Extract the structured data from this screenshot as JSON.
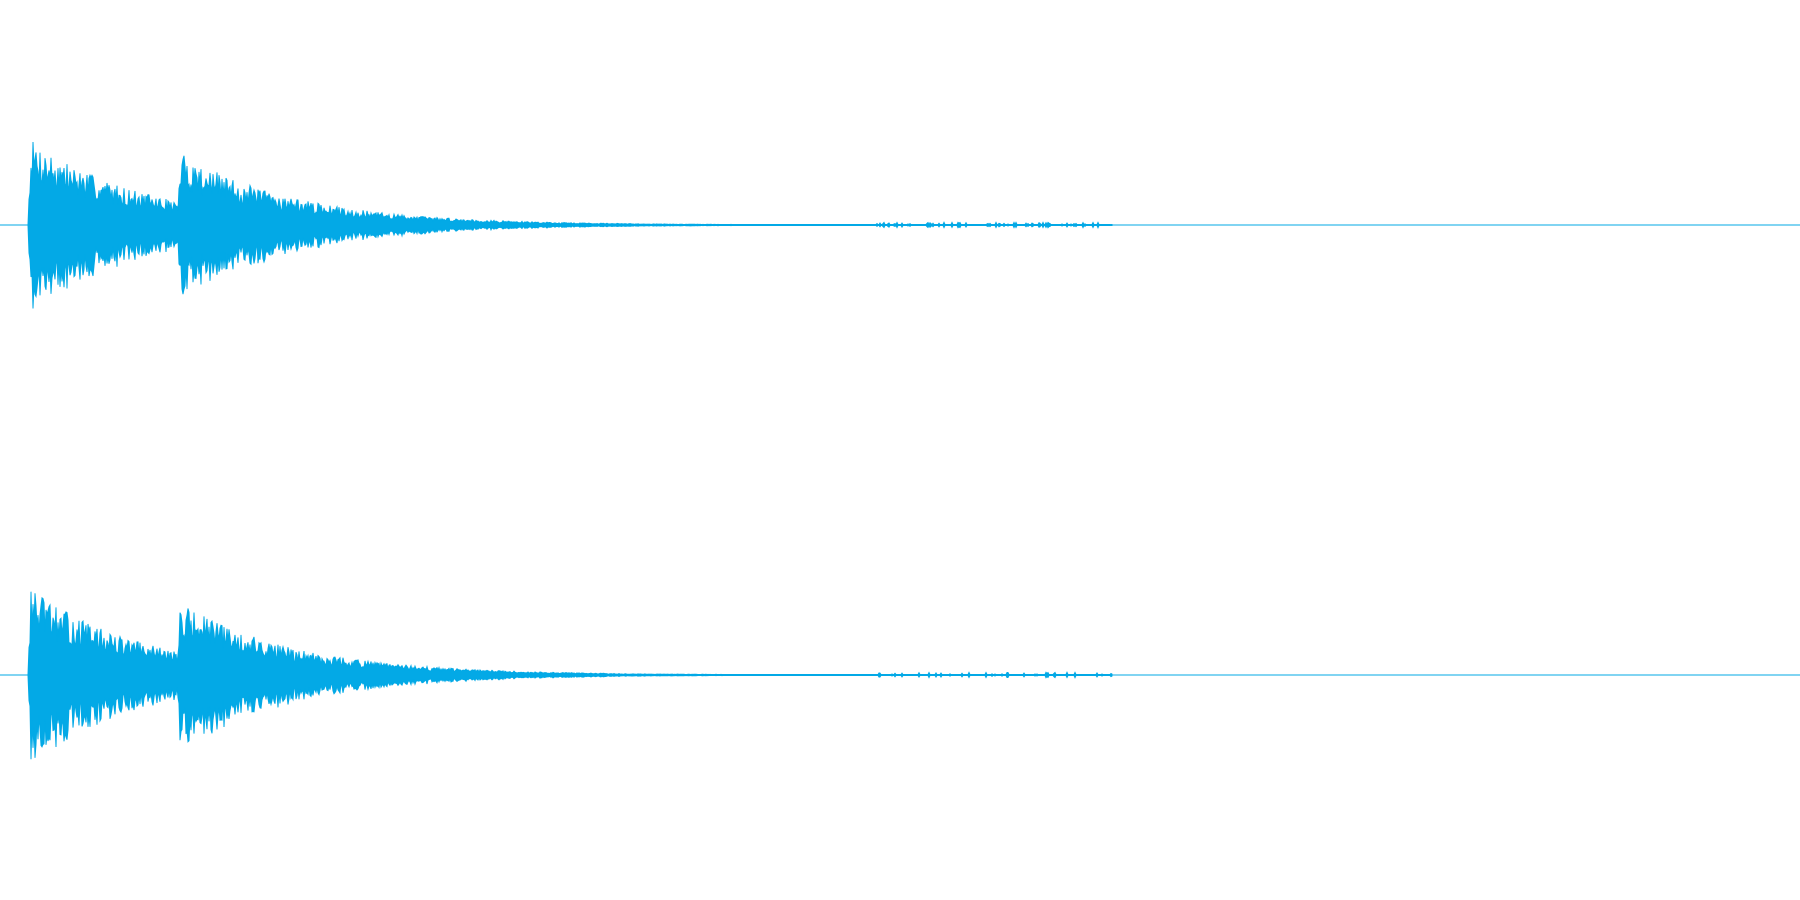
{
  "waveform": {
    "color": "#03a9e6",
    "background": "#ffffff",
    "channels": [
      {
        "channel": "left"
      },
      {
        "channel": "right"
      }
    ],
    "envelope": {
      "onsets": [
        {
          "time_fraction": 0.0,
          "peak_amplitude": 0.85
        },
        {
          "time_fraction": 0.138,
          "peak_amplitude": 0.72
        }
      ],
      "decay_end_fraction": 1.0,
      "noise_floor_amplitude": 0.01
    }
  }
}
